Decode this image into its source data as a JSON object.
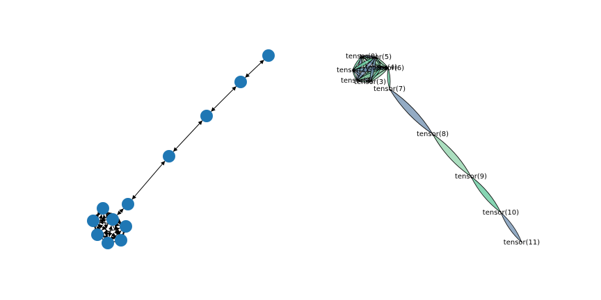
{
  "colors": {
    "node": "#1f77b4",
    "edge": "#000000",
    "fill_a": "#5fc79a",
    "fill_b": "#6f8fb0",
    "fill_c": "#8fd3a9"
  },
  "graphs": [
    {
      "id": "left-graph",
      "labels": [
        "",
        "",
        "",
        "",
        "",
        "",
        "",
        "",
        "",
        "",
        "",
        ""
      ],
      "edges": [
        [
          0,
          1
        ],
        [
          0,
          2
        ],
        [
          0,
          3
        ],
        [
          0,
          4
        ],
        [
          0,
          5
        ],
        [
          0,
          6
        ],
        [
          1,
          2
        ],
        [
          1,
          3
        ],
        [
          1,
          4
        ],
        [
          1,
          5
        ],
        [
          1,
          6
        ],
        [
          2,
          3
        ],
        [
          2,
          4
        ],
        [
          2,
          5
        ],
        [
          2,
          6
        ],
        [
          3,
          4
        ],
        [
          3,
          5
        ],
        [
          3,
          6
        ],
        [
          4,
          5
        ],
        [
          4,
          6
        ],
        [
          5,
          6
        ],
        [
          6,
          7
        ],
        [
          7,
          8
        ],
        [
          8,
          9
        ],
        [
          9,
          10
        ],
        [
          10,
          11
        ]
      ]
    },
    {
      "id": "right-graph",
      "labels": [
        "tensor(0)",
        "tensor(1)",
        "tensor(2)",
        "tensor(3)",
        "tensor(4)",
        "tensor(5)",
        "tensor(6)",
        "tensor(7)",
        "tensor(8)",
        "tensor(9)",
        "tensor(10)",
        "tensor(11)"
      ],
      "edges": [
        [
          0,
          1
        ],
        [
          0,
          2
        ],
        [
          0,
          3
        ],
        [
          0,
          4
        ],
        [
          0,
          5
        ],
        [
          0,
          6
        ],
        [
          1,
          2
        ],
        [
          1,
          3
        ],
        [
          1,
          4
        ],
        [
          1,
          5
        ],
        [
          1,
          6
        ],
        [
          2,
          3
        ],
        [
          2,
          4
        ],
        [
          2,
          5
        ],
        [
          2,
          6
        ],
        [
          3,
          4
        ],
        [
          3,
          5
        ],
        [
          3,
          6
        ],
        [
          4,
          5
        ],
        [
          4,
          6
        ],
        [
          5,
          6
        ],
        [
          6,
          7
        ],
        [
          7,
          8
        ],
        [
          8,
          9
        ],
        [
          9,
          10
        ],
        [
          10,
          11
        ]
      ]
    }
  ]
}
